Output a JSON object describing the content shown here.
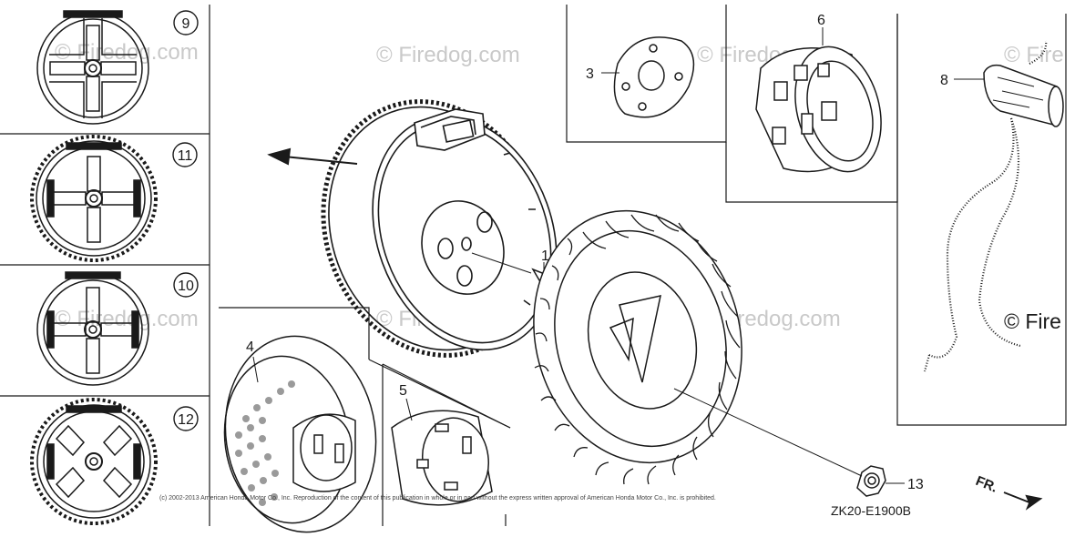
{
  "watermarks": [
    "© Firedog.com",
    "© Firedog.com",
    "© Firedog.com",
    "© Firedog.com",
    "© Firedog.com",
    "© Firedog.com",
    "© Fire",
    "© Fire"
  ],
  "callouts": {
    "p1": "1",
    "p3": "3",
    "p4": "4",
    "p5": "5",
    "p6": "6",
    "p8": "8",
    "p9": "9",
    "p10": "10",
    "p11": "11",
    "p12": "12",
    "p13": "13"
  },
  "diagram_code": "ZK20-E1900B",
  "front_marker": "FR.",
  "copyright": "(c) 2002-2013 American Honda Motor Co., Inc. Reproduction of the content of this publication in whole or in part without the express written approval of American Honda Motor Co., Inc. is prohibited.",
  "colors": {
    "line": "#1a1a1a",
    "watermark": "#c8c8c8",
    "background": "#ffffff"
  }
}
